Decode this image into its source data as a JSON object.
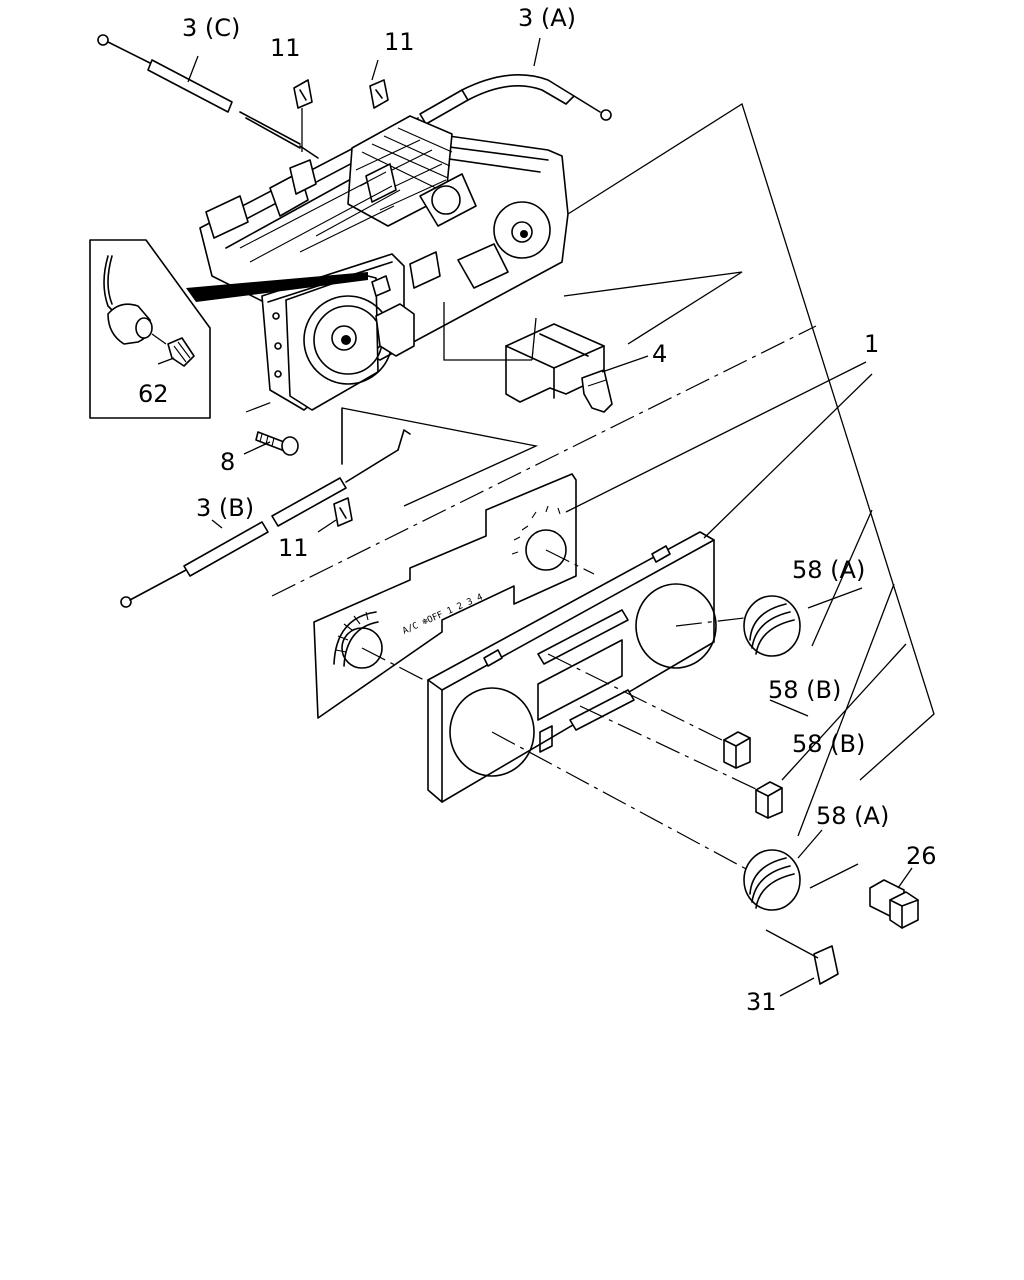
{
  "callouts": {
    "cable_3c": "3 (C)",
    "cable_3a": "3 (A)",
    "cable_3b": "3 (B)",
    "clip_11_left": "11",
    "clip_11_right": "11",
    "clip_11_bottom": "11",
    "panel_1": "1",
    "switch_4": "4",
    "bulb_62": "62",
    "screw_8": "8",
    "knob_58a_top": "58 (A)",
    "button_58b_top": "58 (B)",
    "button_58b_bottom": "58 (B)",
    "knob_58a_bottom": "58 (A)",
    "switch_26": "26",
    "cap_31": "31"
  },
  "bezel_text": {
    "fan_scale": "A/C ❄OFF 1 2 3 4"
  }
}
